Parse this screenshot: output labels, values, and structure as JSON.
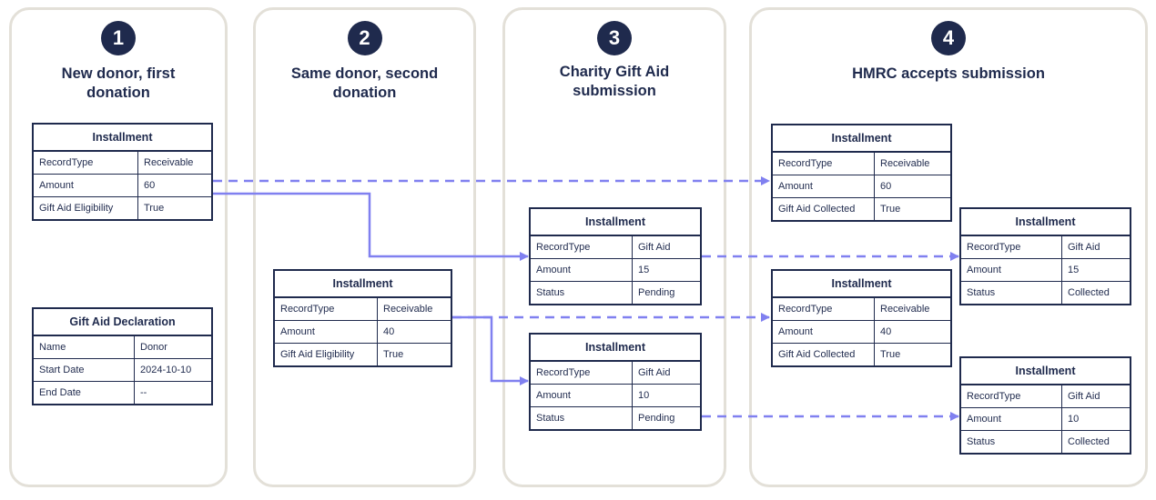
{
  "panels": [
    {
      "number": "1",
      "title": "New donor, first donation"
    },
    {
      "number": "2",
      "title": "Same donor, second donation"
    },
    {
      "number": "3",
      "title": "Charity Gift Aid submission"
    },
    {
      "number": "4",
      "title": "HMRC accepts submission"
    }
  ],
  "tables": {
    "p1_installment": {
      "title": "Installment",
      "rows": [
        {
          "k": "RecordType",
          "v": "Receivable"
        },
        {
          "k": "Amount",
          "v": "60"
        },
        {
          "k": "Gift Aid Eligibility",
          "v": "True"
        }
      ]
    },
    "p1_declaration": {
      "title": "Gift Aid Declaration",
      "rows": [
        {
          "k": "Name",
          "v": "Donor"
        },
        {
          "k": "Start Date",
          "v": "2024-10-10"
        },
        {
          "k": "End Date",
          "v": "--"
        }
      ]
    },
    "p2_installment": {
      "title": "Installment",
      "rows": [
        {
          "k": "RecordType",
          "v": "Receivable"
        },
        {
          "k": "Amount",
          "v": "40"
        },
        {
          "k": "Gift Aid Eligibility",
          "v": "True"
        }
      ]
    },
    "p3_installment_a": {
      "title": "Installment",
      "rows": [
        {
          "k": "RecordType",
          "v": "Gift Aid"
        },
        {
          "k": "Amount",
          "v": "15"
        },
        {
          "k": "Status",
          "v": "Pending"
        }
      ]
    },
    "p3_installment_b": {
      "title": "Installment",
      "rows": [
        {
          "k": "RecordType",
          "v": "Gift Aid"
        },
        {
          "k": "Amount",
          "v": "10"
        },
        {
          "k": "Status",
          "v": "Pending"
        }
      ]
    },
    "p4_installment_a": {
      "title": "Installment",
      "rows": [
        {
          "k": "RecordType",
          "v": "Receivable"
        },
        {
          "k": "Amount",
          "v": "60"
        },
        {
          "k": "Gift Aid Collected",
          "v": "True"
        }
      ]
    },
    "p4_installment_b": {
      "title": "Installment",
      "rows": [
        {
          "k": "RecordType",
          "v": "Receivable"
        },
        {
          "k": "Amount",
          "v": "40"
        },
        {
          "k": "Gift Aid Collected",
          "v": "True"
        }
      ]
    },
    "p4_installment_c": {
      "title": "Installment",
      "rows": [
        {
          "k": "RecordType",
          "v": "Gift Aid"
        },
        {
          "k": "Amount",
          "v": "15"
        },
        {
          "k": "Status",
          "v": "Collected"
        }
      ]
    },
    "p4_installment_d": {
      "title": "Installment",
      "rows": [
        {
          "k": "RecordType",
          "v": "Gift Aid"
        },
        {
          "k": "Amount",
          "v": "10"
        },
        {
          "k": "Status",
          "v": "Collected"
        }
      ]
    }
  },
  "colors": {
    "navy": "#1f2a4d",
    "arrow": "#8080f0",
    "panel_border": "#e3e0d8"
  }
}
